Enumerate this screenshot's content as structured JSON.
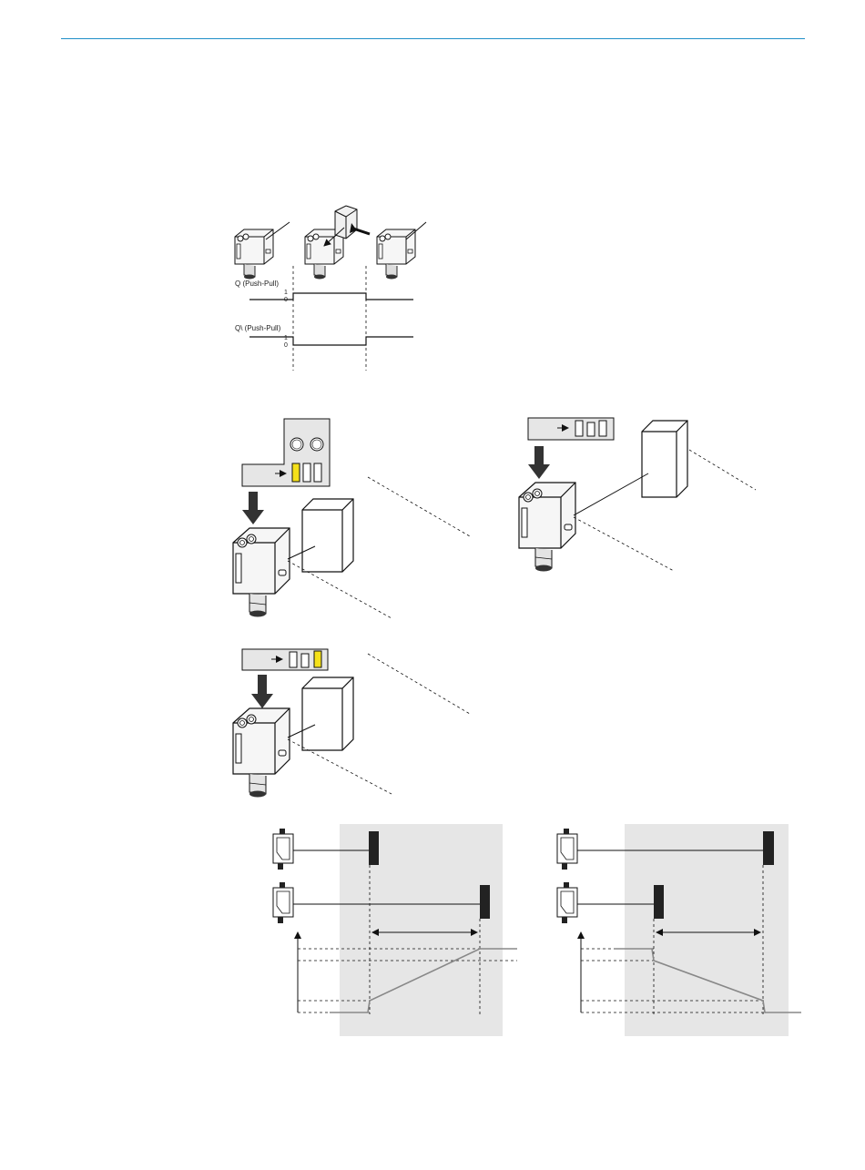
{
  "colors": {
    "header_rule": "#1f8fc8",
    "highlight": "#f5e11a",
    "panel_fill": "#e6e6e6",
    "sensor_body": "#f4f4f4",
    "target_fill": "#222222",
    "signal_line": "#888888"
  },
  "timing": {
    "q_label": "Q (Push-Pull)",
    "q_inv_label": "Q\\ (Push-Pull)",
    "level_high": "1",
    "level_low": "0"
  },
  "icons": {
    "sensor": "photoelectric-sensor-icon",
    "reflector": "reflector-block-icon",
    "press": "press-arrow-icon"
  }
}
